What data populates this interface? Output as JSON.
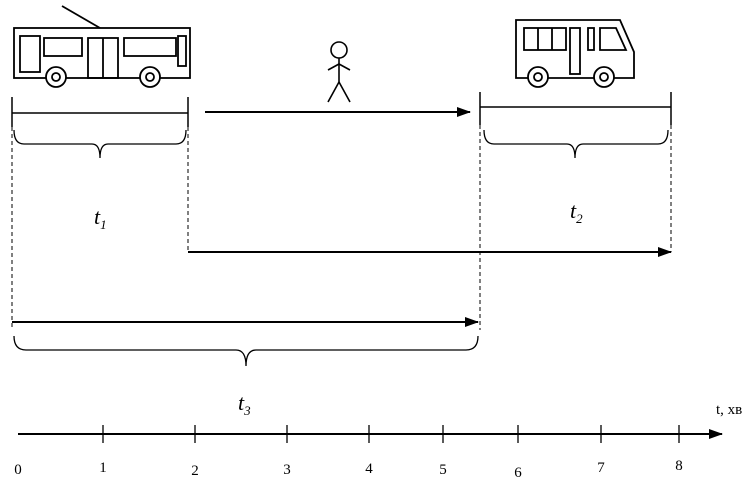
{
  "labels": {
    "t1": {
      "main": "t",
      "sub": "1"
    },
    "t2": {
      "main": "t",
      "sub": "2"
    },
    "t3": {
      "main": "t",
      "sub": "3"
    }
  },
  "axis": {
    "name": "t, хв",
    "ticks": [
      "0",
      "1",
      "2",
      "3",
      "4",
      "5",
      "6",
      "7",
      "8"
    ]
  },
  "icons": {
    "trolleybus": "trolleybus-icon",
    "person": "person-icon",
    "bus": "bus-icon"
  },
  "colors": {
    "ink": "#000000",
    "dashed": "#000000"
  }
}
